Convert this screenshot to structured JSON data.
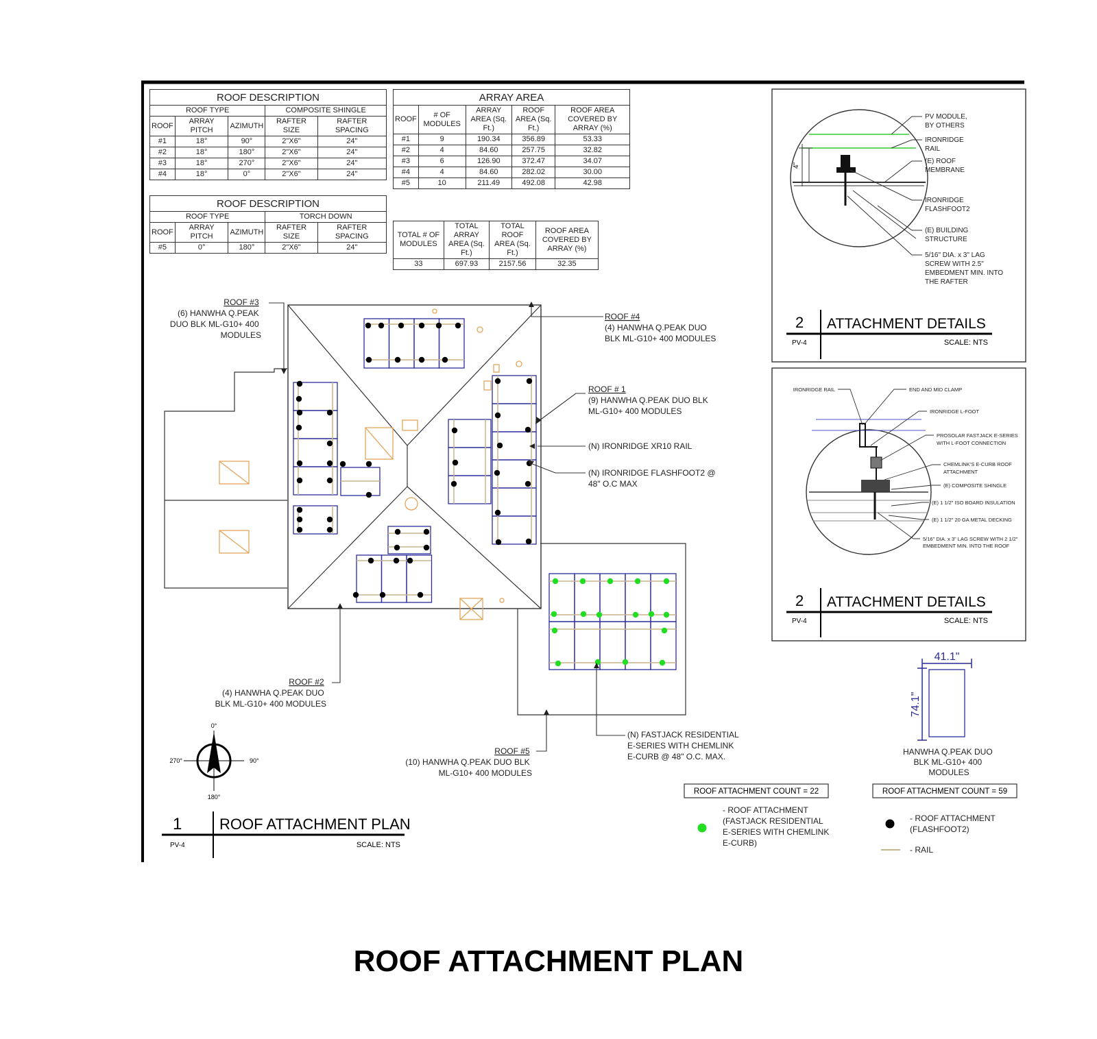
{
  "page_title": "ROOF ATTACHMENT PLAN",
  "roof_description_1": {
    "title": "ROOF DESCRIPTION",
    "roof_type_label": "ROOF TYPE",
    "roof_type_value": "COMPOSITE SHINGLE",
    "headers": [
      "ROOF",
      "ARRAY PITCH",
      "AZIMUTH",
      "RAFTER SIZE",
      "RAFTER SPACING"
    ],
    "rows": [
      [
        "#1",
        "18°",
        "90°",
        "2\"X6\"",
        "24\""
      ],
      [
        "#2",
        "18°",
        "180°",
        "2\"X6\"",
        "24\""
      ],
      [
        "#3",
        "18°",
        "270°",
        "2\"X6\"",
        "24\""
      ],
      [
        "#4",
        "18°",
        "0°",
        "2\"X6\"",
        "24\""
      ]
    ]
  },
  "roof_description_2": {
    "title": "ROOF DESCRIPTION",
    "roof_type_label": "ROOF TYPE",
    "roof_type_value": "TORCH DOWN",
    "headers": [
      "ROOF",
      "ARRAY PITCH",
      "AZIMUTH",
      "RAFTER SIZE",
      "RAFTER SPACING"
    ],
    "rows": [
      [
        "#5",
        "0°",
        "180°",
        "2\"X6\"",
        "24\""
      ]
    ]
  },
  "array_area": {
    "title": "ARRAY AREA",
    "headers": [
      "ROOF",
      "# OF MODULES",
      "ARRAY AREA (Sq. Ft.)",
      "ROOF AREA (Sq. Ft.)",
      "ROOF AREA COVERED BY ARRAY (%)"
    ],
    "rows": [
      [
        "#1",
        "9",
        "190.34",
        "356.89",
        "53.33"
      ],
      [
        "#2",
        "4",
        "84.60",
        "257.75",
        "32.82"
      ],
      [
        "#3",
        "6",
        "126.90",
        "372.47",
        "34.07"
      ],
      [
        "#4",
        "4",
        "84.60",
        "282.02",
        "30.00"
      ],
      [
        "#5",
        "10",
        "211.49",
        "492.08",
        "42.98"
      ]
    ]
  },
  "totals": {
    "headers": [
      "TOTAL # OF MODULES",
      "TOTAL ARRAY AREA (Sq. Ft.)",
      "TOTAL ROOF AREA (Sq. Ft.)",
      "ROOF AREA COVERED BY ARRAY (%)"
    ],
    "values": [
      "33",
      "697.93",
      "2157.56",
      "32.35"
    ]
  },
  "plan_labels": {
    "roof3": [
      "ROOF #3",
      "(6) HANWHA Q.PEAK",
      "DUO BLK ML-G10+ 400",
      "MODULES"
    ],
    "roof4": [
      "ROOF #4",
      "(4) HANWHA Q.PEAK DUO",
      "BLK ML-G10+ 400 MODULES"
    ],
    "roof1": [
      "ROOF # 1",
      "(9) HANWHA Q.PEAK DUO BLK",
      "ML-G10+ 400 MODULES"
    ],
    "rail": "(N) IRONRIDGE XR10 RAIL",
    "flashfoot": [
      "(N) IRONRIDGE FLASHFOOT2 @",
      "48\" O.C MAX"
    ],
    "roof2": [
      "ROOF #2",
      "(4) HANWHA Q.PEAK DUO",
      "BLK ML-G10+ 400 MODULES"
    ],
    "roof5": [
      "ROOF #5",
      "(10) HANWHA Q.PEAK DUO BLK",
      "ML-G10+ 400 MODULES"
    ],
    "fastjack": [
      "(N) FASTJACK RESIDENTIAL",
      "E-SERIES WITH CHEMLINK",
      "E-CURB @ 48\" O.C. MAX."
    ]
  },
  "compass": {
    "north": "0°",
    "east": "90°",
    "south": "180°",
    "west": "270°"
  },
  "plan_title": {
    "number": "1",
    "sheet": "PV-4",
    "title": "ROOF ATTACHMENT PLAN",
    "scale": "SCALE:  NTS"
  },
  "detail_1": {
    "labels": [
      "PV MODULE,",
      "BY OTHERS",
      "IRONRIDGE",
      "RAIL",
      "(E) ROOF",
      "MEMBRANE",
      "IRONRIDGE",
      "FLASHFOOT2",
      "(E) BUILDING",
      "STRUCTURE",
      "5/16\" DIA. x 3\" LAG",
      "SCREW WITH 2.5\"",
      "EMBEDMENT MIN. INTO",
      "THE RAFTER"
    ],
    "dimension": "4\"",
    "number": "2",
    "sheet": "PV-4",
    "title": "ATTACHMENT DETAILS",
    "scale": "SCALE:  NTS"
  },
  "detail_2": {
    "labels": [
      "IRONRIDGE RAIL",
      "END AND MID CLAMP",
      "IRONRIDGE L-FOOT",
      "PROSOLAR FASTJACK E-SERIES",
      "WITH L-FOOT CONNECTION",
      "CHEMLINK'S E-CURB ROOF",
      "ATTACHMENT",
      "(E) COMPOSITE SHINGLE",
      "(E) 1 1/2\" ISO BOARD INSULATION",
      "(E) 1 1/2\" 20 GA METAL DECKING",
      "5/16\" DIA. x 3\" LAG SCREW WITH 2 1/2\"",
      "EMBEDMENT MIN. INTO THE ROOF"
    ],
    "number": "2",
    "sheet": "PV-4",
    "title": "ATTACHMENT DETAILS",
    "scale": "SCALE:  NTS"
  },
  "module": {
    "width": "41.1\"",
    "height": "74.1\"",
    "caption": [
      "HANWHA Q.PEAK DUO",
      "BLK ML-G10+ 400",
      "MODULES"
    ]
  },
  "legend": {
    "count_green": "ROOF ATTACHMENT COUNT = 22",
    "count_black": "ROOF ATTACHMENT COUNT = 59",
    "green_label": [
      "- ROOF ATTACHMENT",
      "(FASTJACK RESIDENTIAL",
      "E-SERIES WITH CHEMLINK",
      "E-CURB)"
    ],
    "black_label": [
      "- ROOF ATTACHMENT",
      "(FLASHFOOT2)"
    ],
    "rail_label": "- RAIL"
  },
  "colors": {
    "module_outline": "#2c2c9a",
    "rail": "#c8b48a",
    "fastjack_dot": "#22dd22",
    "flashfoot_dot": "#000000",
    "vent": "#e3a45a",
    "detail_green": "#33cc33"
  }
}
